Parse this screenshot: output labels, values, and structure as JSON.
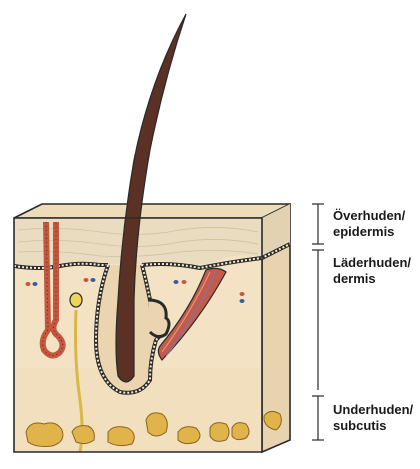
{
  "labels": {
    "epidermis": {
      "line1": "Överhuden/",
      "line2": "epidermis"
    },
    "dermis": {
      "line1": "Läderhuden/",
      "line2": "dermis"
    },
    "subcutis": {
      "line1": "Underhuden/",
      "line2": "subcutis"
    }
  },
  "colors": {
    "outline": "#2a2a2a",
    "epidermis": "#eadcc0",
    "dermis": "#f3e3c4",
    "subcutis": "#f1dfbd",
    "side_face": "#e7d4ae",
    "top_face": "#ecdcb9",
    "hair": "#5a3124",
    "fat": "#e0b44a",
    "vessel_red": "#c4573e",
    "nerve": "#f0d35a",
    "muscle": "#c45a4a"
  }
}
